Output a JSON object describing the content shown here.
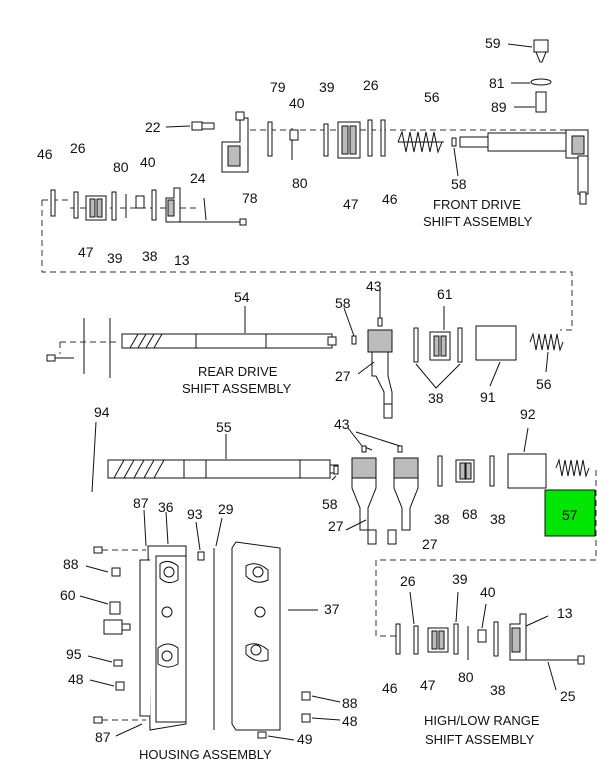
{
  "diagram": {
    "highlight_color": "#00e600",
    "callouts": {
      "c59": "59",
      "c81": "81",
      "c89": "89",
      "c22": "22",
      "c79": "79",
      "c40a": "40",
      "c39a": "39",
      "c26a": "26",
      "c56a": "56",
      "c46a": "46",
      "c26b": "26",
      "c80a": "80",
      "c40b": "40",
      "c24": "24",
      "c78": "78",
      "c80b": "80",
      "c47a": "47",
      "c46b": "46",
      "c58a": "58",
      "c47b": "47",
      "c39b": "39",
      "c38a": "38",
      "c13a": "13",
      "c54": "54",
      "c58b": "58",
      "c43a": "43",
      "c61": "61",
      "c27a": "27",
      "c91": "91",
      "c56b": "56",
      "c38b": "38",
      "c94": "94",
      "c55": "55",
      "c43b": "43",
      "c92": "92",
      "c58c": "58",
      "c38c": "38",
      "c68": "68",
      "c38d": "38",
      "c57": "57",
      "c27b": "27",
      "c27c": "27",
      "c87a": "87",
      "c36": "36",
      "c93": "93",
      "c29": "29",
      "c88a": "88",
      "c60": "60",
      "c37": "37",
      "c95": "95",
      "c48a": "48",
      "c88b": "88",
      "c48b": "48",
      "c87b": "87",
      "c49": "49",
      "c26c": "26",
      "c39c": "39",
      "c40c": "40",
      "c13b": "13",
      "c46c": "46",
      "c47c": "47",
      "c80c": "80",
      "c38e": "38",
      "c25": "25"
    },
    "captions": {
      "front_drive_1": "FRONT DRIVE",
      "front_drive_2": "SHIFT ASSEMBLY",
      "rear_drive_1": "REAR DRIVE",
      "rear_drive_2": "SHIFT ASSEMBLY",
      "high_low_1": "HIGH/LOW RANGE",
      "high_low_2": "SHIFT ASSEMBLY",
      "housing": "HOUSING ASSEMBLY"
    }
  }
}
